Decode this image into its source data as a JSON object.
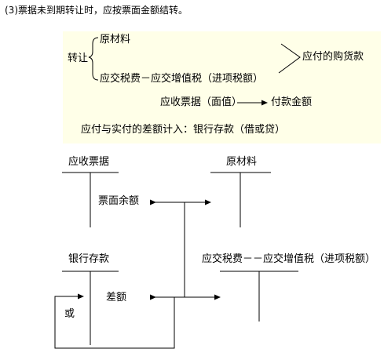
{
  "heading": "(3)票据未到期转让时，应按票面金额结转。",
  "panel_bg": "#ffffe8",
  "entry": {
    "transfer_label": "转让",
    "debit_1": "原材料",
    "debit_2": "应交税费－应交增值税（进项税额）",
    "credit": "应付的购货款",
    "receivable": "应收票据（面值）",
    "payment": "付款金额",
    "difference_note": "应付与实付的差额计入：银行存款（借或贷）"
  },
  "t_accounts": {
    "notes_receivable": "应收票据",
    "raw_materials": "原材料",
    "bank_deposit": "银行存款",
    "vat_input": "应交税费－－应交增值税（进项税额）"
  },
  "flows": {
    "face_balance": "票面余额",
    "difference": "差额",
    "or_label": "或"
  }
}
